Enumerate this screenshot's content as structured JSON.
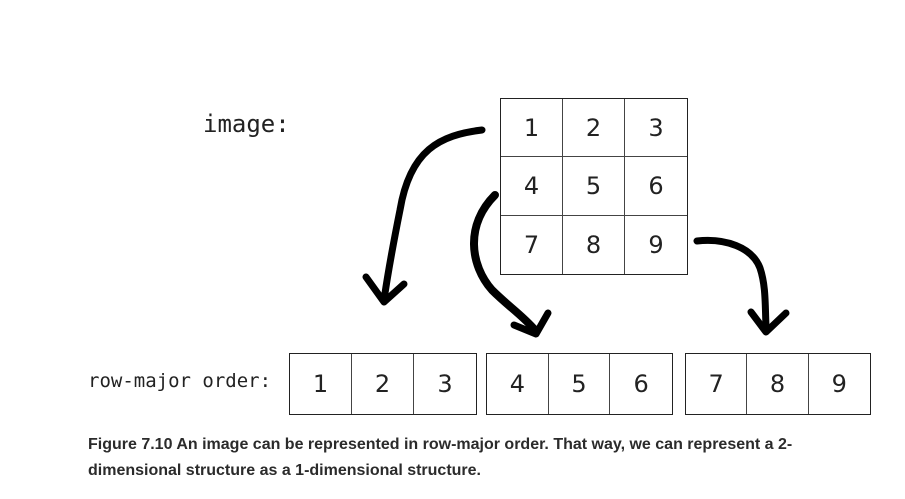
{
  "diagram": {
    "image_label": "image:",
    "row_major_label": "row-major order:",
    "grid": [
      "1",
      "2",
      "3",
      "4",
      "5",
      "6",
      "7",
      "8",
      "9"
    ],
    "rows": [
      [
        "1",
        "2",
        "3"
      ],
      [
        "4",
        "5",
        "6"
      ],
      [
        "7",
        "8",
        "9"
      ]
    ]
  },
  "caption": "Figure 7.10 An image can be represented in row-major order. That way, we can represent a 2-dimensional structure as a 1-dimensional structure."
}
